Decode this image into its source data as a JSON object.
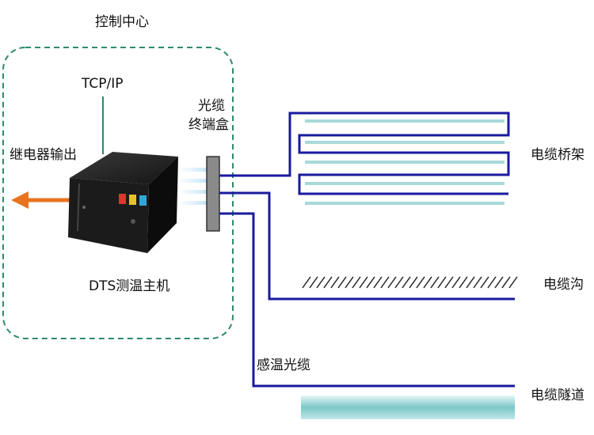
{
  "control_center": {
    "title": "控制中心"
  },
  "protocol": "TCP/IP",
  "relay_output": "继电器输出",
  "host": {
    "name": "DTS测温主机"
  },
  "terminal_box": {
    "line1": "光缆",
    "line2": "终端盒"
  },
  "sensing_cable": "感温光缆",
  "routes": [
    {
      "label": "电缆桥架"
    },
    {
      "label": "电缆沟"
    },
    {
      "label": "电缆隧道"
    }
  ],
  "colors": {
    "fiber": "#1a1a9e",
    "frame": "#2e8b6b",
    "arrow": "#e8731e",
    "tray": "#a9d9d9",
    "tunnel": "#7cc7c7"
  }
}
